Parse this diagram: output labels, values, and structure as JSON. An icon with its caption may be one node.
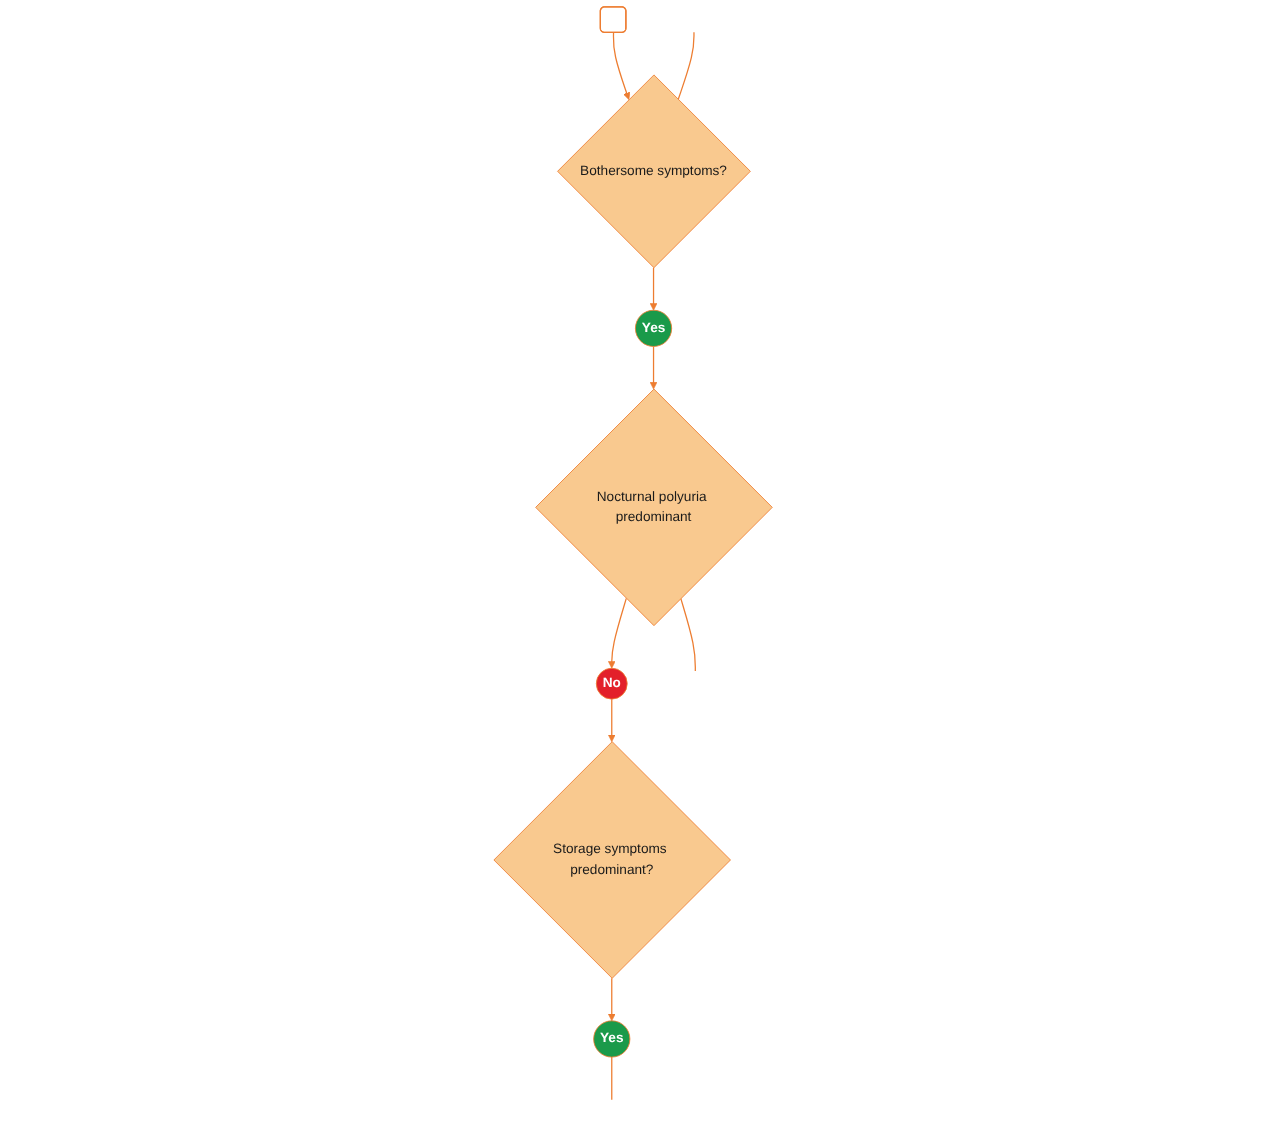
{
  "diagram": {
    "nodes": [
      {
        "text": [],
        "shape": "box"
      },
      {
        "text": [
          "Bothersome symptoms?"
        ]
      },
      {
        "text": [
          "Yes"
        ]
      },
      {
        "text": [
          "Nocturnal polyuria predominant"
        ]
      },
      {
        "text": [
          "No"
        ]
      },
      {
        "text": [
          "Storage symptoms predominant?"
        ]
      },
      {
        "text": [
          "Yes"
        ]
      }
    ],
    "edges": [
      {
        "from": 0,
        "to": 1,
        "arrow": "to"
      },
      {
        "from": null,
        "to": 1,
        "arrow": "none"
      },
      {
        "from": 1,
        "to": 2,
        "arrow": "to"
      },
      {
        "from": 2,
        "to": 3,
        "arrow": "to"
      },
      {
        "from": 3,
        "to": 4,
        "arrow": "to"
      },
      {
        "from": 3,
        "to": null,
        "arrow": "none"
      },
      {
        "from": 4,
        "to": 5,
        "arrow": "to"
      },
      {
        "from": 5,
        "to": 6,
        "arrow": "to"
      },
      {
        "from": 6,
        "to": null,
        "arrow": "none"
      }
    ]
  }
}
